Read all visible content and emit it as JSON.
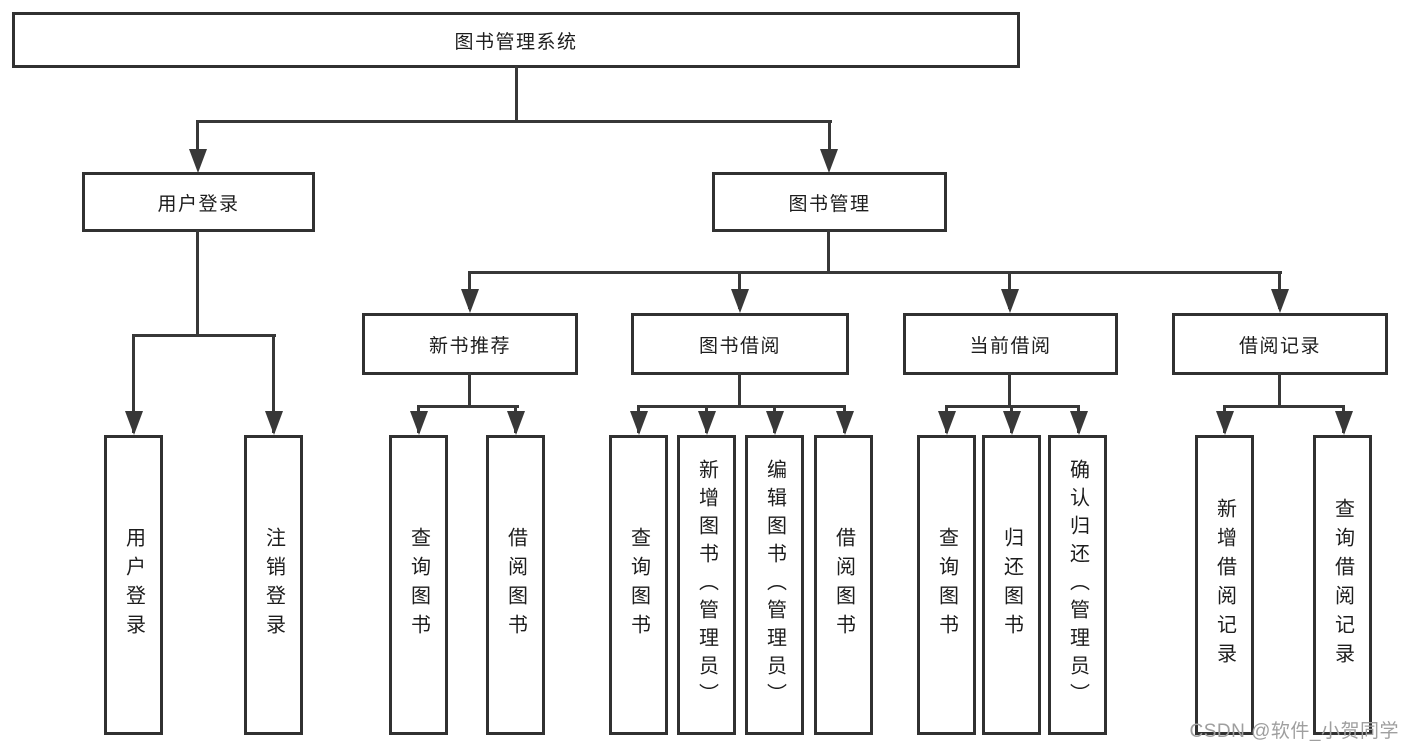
{
  "diagram": {
    "root_label": "图书管理系统",
    "level1": [
      {
        "label": "用户登录",
        "children": [
          {
            "label": "用户登录"
          },
          {
            "label": "注销登录"
          }
        ]
      },
      {
        "label": "图书管理",
        "children": [
          {
            "label": "新书推荐",
            "children": [
              {
                "label": "查询图书"
              },
              {
                "label": "借阅图书"
              }
            ]
          },
          {
            "label": "图书借阅",
            "children": [
              {
                "label": "查询图书"
              },
              {
                "label": "新增图书（管理员）"
              },
              {
                "label": "编辑图书（管理员）"
              },
              {
                "label": "借阅图书"
              }
            ]
          },
          {
            "label": "当前借阅",
            "children": [
              {
                "label": "查询图书"
              },
              {
                "label": "归还图书"
              },
              {
                "label": "确认归还（管理员）"
              }
            ]
          },
          {
            "label": "借阅记录",
            "children": [
              {
                "label": "新增借阅记录"
              },
              {
                "label": "查询借阅记录"
              }
            ]
          }
        ]
      }
    ]
  },
  "watermark": {
    "text": "CSDN @软件_小贺同学"
  },
  "colors": {
    "background": "#ffffff",
    "line": "#383838",
    "box_border": "#313131",
    "text": "#1d1d1d",
    "watermark": "#9f9f9f"
  }
}
